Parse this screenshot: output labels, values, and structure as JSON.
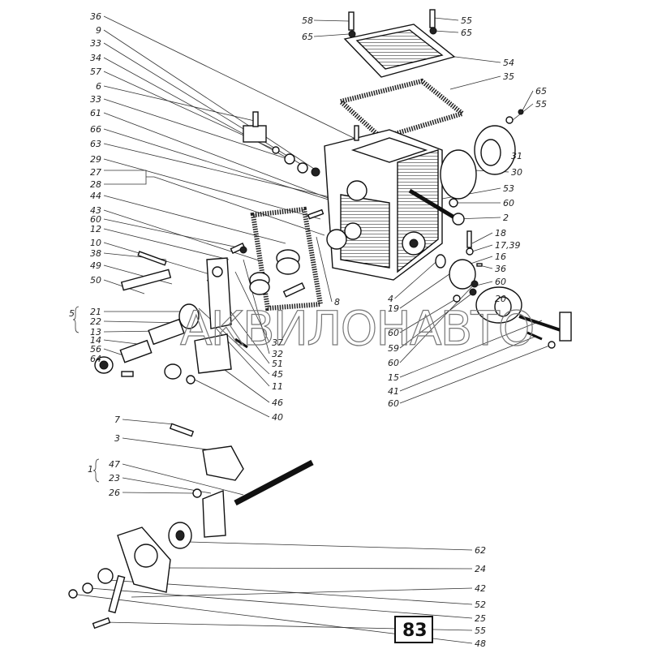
{
  "page_number": "83",
  "watermark": "АКВИЛОНАВТО",
  "group_labels": {
    "five": "5",
    "one": "1"
  },
  "callouts": [
    "36",
    "9",
    "33",
    "34",
    "57",
    "6",
    "33",
    "61",
    "66",
    "63",
    "29",
    "27",
    "28",
    "44",
    "43",
    "60",
    "12",
    "10",
    "38",
    "49",
    "50",
    "21",
    "22",
    "13",
    "14",
    "56",
    "64",
    "37",
    "32",
    "51",
    "45",
    "11",
    "46",
    "40",
    "8",
    "18",
    "17,39",
    "16",
    "36",
    "60",
    "20",
    "4",
    "19",
    "60",
    "59",
    "60",
    "15",
    "41",
    "60",
    "58",
    "65",
    "55",
    "65",
    "54",
    "35",
    "65",
    "55",
    "31",
    "30",
    "53",
    "60",
    "2",
    "7",
    "3",
    "47",
    "23",
    "26",
    "62",
    "24",
    "42",
    "52",
    "25",
    "55",
    "48"
  ]
}
